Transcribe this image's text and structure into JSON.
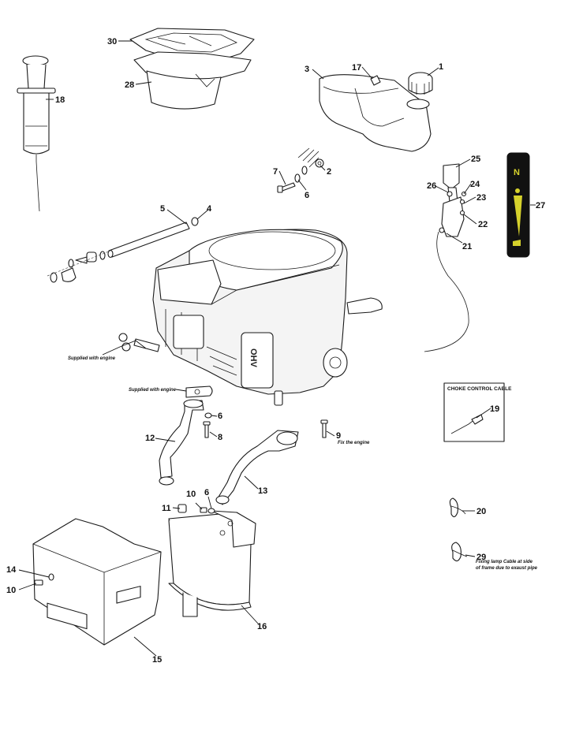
{
  "diagram": {
    "callouts": {
      "c30": "30",
      "c28": "28",
      "c18": "18",
      "c3": "3",
      "c17": "17",
      "c1": "1",
      "c7": "7",
      "c6a": "6",
      "c2": "2",
      "c5": "5",
      "c4": "4",
      "c25": "25",
      "c26": "26",
      "c24": "24",
      "c23": "23",
      "c22": "22",
      "c21": "21",
      "c27": "27",
      "c6b": "6",
      "c8": "8",
      "c12": "12",
      "c9": "9",
      "c13": "13",
      "c19": "19",
      "c11": "11",
      "c10a": "10",
      "c6c": "6",
      "c14": "14",
      "c10b": "10",
      "c15": "15",
      "c16": "16",
      "c20": "20",
      "c29": "29"
    },
    "notes": {
      "supplied_with_engine_1": "Supplied with engine",
      "supplied_with_engine_2": "Supplied with engine",
      "fix_the_engine": "Fix the engine",
      "fixing_lamp_line1": "Fixing lamp Cable at side",
      "fixing_lamp_line2": "of frame due to exaust pipe"
    },
    "choke_box_title": "CHOKE CONTROL CABLE",
    "engine_marking": "OHV",
    "decal_text": "N"
  }
}
